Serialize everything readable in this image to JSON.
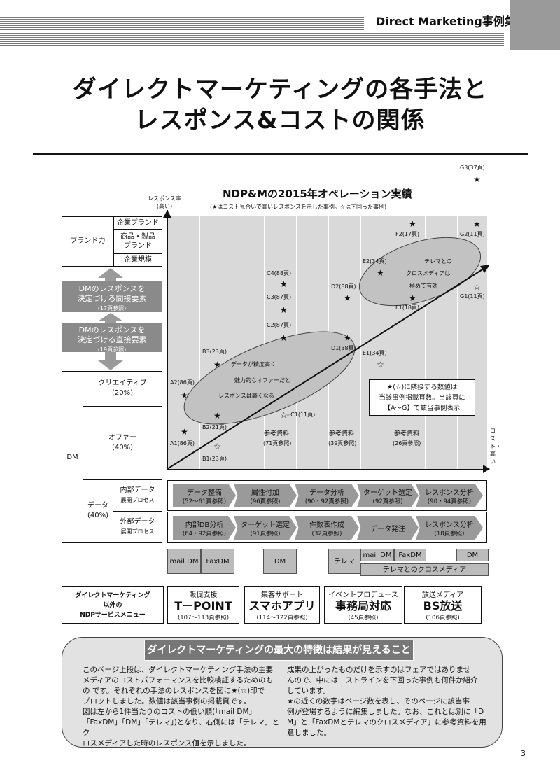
{
  "header": {
    "label": "Direct Marketing事例集"
  },
  "title": {
    "line1": "ダイレクトマーケティングの各手法と",
    "line2": "レスポンス&コストの関係"
  },
  "chart": {
    "title": "NDP&Mの2015年オペレーション実績",
    "subtitle": "(★はコスト見合いで高いレスポンスを示した事例。☆は下回った事例)",
    "ylabel": "レスポンス率\n(高い)",
    "xlabel": "コスト・高い",
    "ellipse1": [
      "データが精度高く",
      "魅力的なオファーだと",
      "レスポンスは高くなる"
    ],
    "ellipse2": [
      "テレマとの",
      "クロスメディアは",
      "極めて有効"
    ],
    "legend_note": [
      "★(☆)に隣接する数値は",
      "当該事例掲載頁数。当該頁に",
      "【A〜G】で該当事例表示"
    ],
    "refs": [
      {
        "label": "参考資料",
        "pages": "(71頁参照)"
      },
      {
        "label": "参考資料",
        "pages": "(39頁参照)"
      },
      {
        "label": "参考資料",
        "pages": "(26頁参照)"
      }
    ]
  },
  "chart_data": {
    "type": "scatter",
    "title": "NDP&Mの2015年オペレーション実績",
    "points": [
      {
        "label": "A1(86頁)",
        "mark": "★"
      },
      {
        "label": "A2(86頁)",
        "mark": "★"
      },
      {
        "label": "B1(23頁)",
        "mark": "☆"
      },
      {
        "label": "B2(21頁)",
        "mark": "★"
      },
      {
        "label": "B3(23頁)",
        "mark": "★"
      },
      {
        "label": "C1(11頁)",
        "mark": "☆"
      },
      {
        "label": "C2(87頁)",
        "mark": "★"
      },
      {
        "label": "C3(87頁)",
        "mark": "★"
      },
      {
        "label": "C4(88頁)",
        "mark": "★"
      },
      {
        "label": "D1(38頁)",
        "mark": "★"
      },
      {
        "label": "D2(88頁)",
        "mark": "★"
      },
      {
        "label": "E1(34頁)",
        "mark": "☆"
      },
      {
        "label": "E2(34頁)",
        "mark": "★"
      },
      {
        "label": "F1(18頁)",
        "mark": "★"
      },
      {
        "label": "F2(17頁)",
        "mark": "★"
      },
      {
        "label": "G1(11頁)",
        "mark": "☆"
      },
      {
        "label": "G2(11頁)",
        "mark": "★"
      },
      {
        "label": "G3(37頁)",
        "mark": "★"
      }
    ]
  },
  "left": {
    "brand": "ブランド力",
    "brand_items": [
      "企業ブランド",
      "商品・製品\nブランド",
      "企業規模"
    ],
    "indirect": [
      "DMのレスポンスを",
      "決定づける間接要素",
      "(17頁参照)"
    ],
    "direct": [
      "DMのレスポンスを",
      "決定づける直接要素",
      "(19頁参照)"
    ],
    "dm": "DM",
    "creative": [
      "クリエイティブ",
      "(20%)"
    ],
    "offer": [
      "オファー",
      "(40%)"
    ],
    "data": [
      "データ",
      "(40%)"
    ],
    "internal": [
      "内部データ",
      "展開プロセス"
    ],
    "external": [
      "外部データ",
      "展開プロセス"
    ]
  },
  "process_row1": [
    {
      "t": "データ整備",
      "p": "(52〜61頁参照)"
    },
    {
      "t": "属性付加",
      "p": "(96頁参照)"
    },
    {
      "t": "データ分析",
      "p": "(90・92頁参照)"
    },
    {
      "t": "ターゲット選定",
      "p": "(92頁参照)"
    },
    {
      "t": "レスポンス分析",
      "p": "(90・94頁参照)"
    }
  ],
  "process_row2": [
    {
      "t": "内部DB分析",
      "p": "(64・92頁参照)"
    },
    {
      "t": "ターゲット選定",
      "p": "(91頁参照)"
    },
    {
      "t": "件数表作成",
      "p": "(32頁参照)"
    },
    {
      "t": "データ発注",
      "p": ""
    },
    {
      "t": "レスポンス分析",
      "p": "(18頁参照)"
    }
  ],
  "media": {
    "mail_dm": "mail DM",
    "fax_dm": "FaxDM",
    "dm": "DM",
    "telema": "テレマ",
    "mail_dm2": "mail DM",
    "fax_dm2": "FaxDM",
    "dm2": "DM",
    "cross": "テレマとのクロスメディア"
  },
  "services": {
    "label": [
      "ダイレクトマーケティング",
      "以外の",
      "NDPサービスメニュー"
    ],
    "items": [
      {
        "top": "販促支援",
        "main": "T－POINT",
        "ref": "(107〜113頁参照)"
      },
      {
        "top": "集客サポート",
        "main": "スマホアプリ",
        "ref": "(114〜122頁参照)"
      },
      {
        "top": "イベントプロデュース",
        "main": "事務局対応",
        "ref": "(45頁参照)"
      },
      {
        "top": "放送メディア",
        "main": "BS放送",
        "ref": "(106頁参照)"
      }
    ]
  },
  "bottom": {
    "title": "ダイレクトマーケティングの最大の特徴は結果が見えること",
    "left": [
      "このページ上段は、ダイレクトマーケティング手法の主要",
      "メディアのコストパフォーマンスを比較検証するためのも",
      "の です。それぞれの手法のレスポンスを図に★(☆)印で",
      "プロットしました。数値は該当事例の掲載頁です。",
      "図は左から1件当たりのコストの低い順(「mail DM」",
      "「FaxDM」「DM」「テレマ」)となり、右側には「テレマ」とク",
      "ロスメディアした時のレスポンス値を示しました。"
    ],
    "right1": [
      "成果の上がったものだけを示すのはフェアではありませ",
      "んので、中にはコストラインを下回った事例も何件か紹介",
      "しています。"
    ],
    "right2": [
      "★の近くの数字はページ数を表し、そのページに該当事",
      "例が登場するように編集しました。なお、これとは別に「D",
      "M」と「FaxDMとテレマのクロスメディア」に参考資料を用",
      "意しました。"
    ]
  },
  "page_number": "3"
}
